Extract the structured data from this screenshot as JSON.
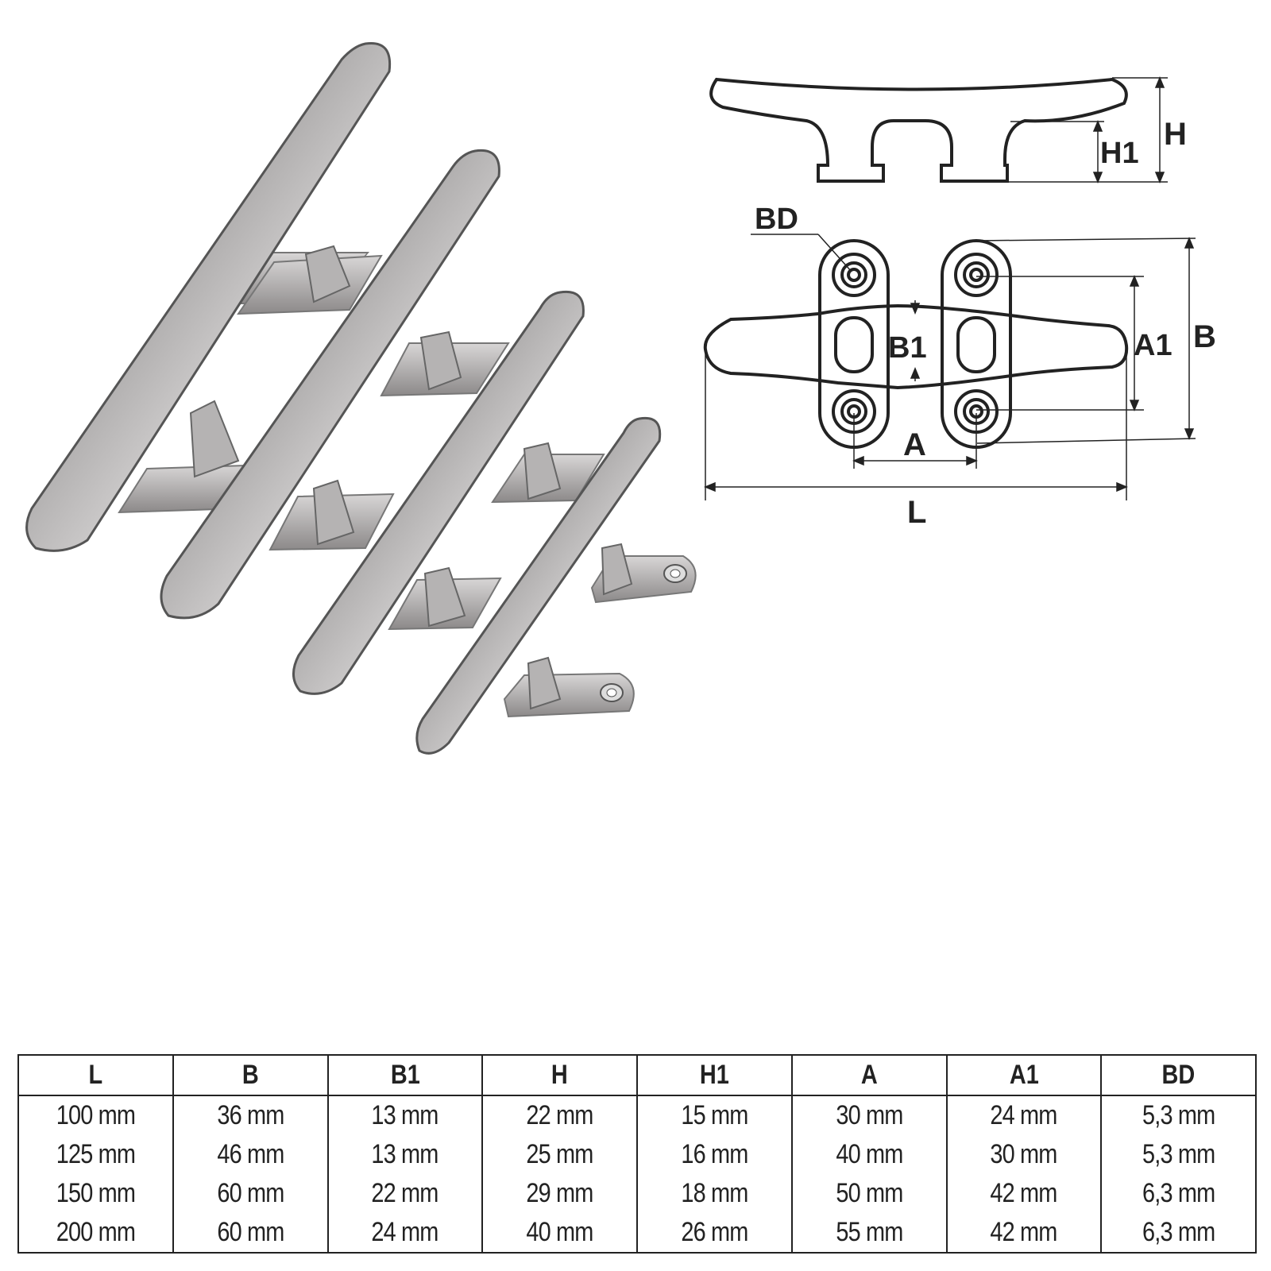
{
  "diagram_labels": {
    "H": "H",
    "H1": "H1",
    "BD": "BD",
    "B1": "B1",
    "A1": "A1",
    "B": "B",
    "A": "A",
    "L": "L"
  },
  "spec_table": {
    "headers": [
      "L",
      "B",
      "B1",
      "H",
      "H1",
      "A",
      "A1",
      "BD"
    ],
    "rows": [
      [
        "100 mm",
        "36 mm",
        "13 mm",
        "22 mm",
        "15 mm",
        "30 mm",
        "24 mm",
        "5,3 mm"
      ],
      [
        "125 mm",
        "46 mm",
        "13 mm",
        "25 mm",
        "16 mm",
        "40 mm",
        "30 mm",
        "5,3 mm"
      ],
      [
        "150 mm",
        "60 mm",
        "22 mm",
        "29 mm",
        "18 mm",
        "50 mm",
        "42 mm",
        "6,3 mm"
      ],
      [
        "200 mm",
        "60 mm",
        "24 mm",
        "40 mm",
        "26 mm",
        "55 mm",
        "42 mm",
        "6,3 mm"
      ]
    ]
  }
}
